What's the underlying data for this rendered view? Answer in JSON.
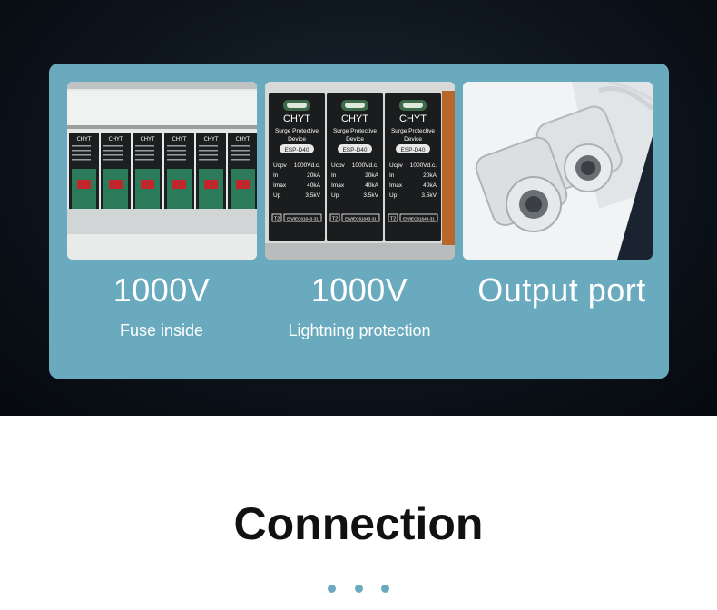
{
  "features": [
    {
      "title": "1000V",
      "subtitle": "Fuse inside",
      "image": "fuse-holder-photo",
      "module_brand": "CHYT",
      "module_count": 6
    },
    {
      "title": "1000V",
      "subtitle": "Lightning protection",
      "image": "surge-protector-photo",
      "spd": {
        "brand": "CHYT",
        "name_line1": "Surge Protective",
        "name_line2": "Device",
        "model": "ESP-D40",
        "specs": [
          {
            "k": "Ucpv",
            "v": "1000Vd.c."
          },
          {
            "k": "In",
            "v": "20kA"
          },
          {
            "k": "Imax",
            "v": "40kA"
          },
          {
            "k": "Up",
            "v": "3.5kV"
          }
        ],
        "class": "T2",
        "standard": "EN/IEC61643-31"
      }
    },
    {
      "title": "Output port",
      "subtitle": "",
      "image": "cable-gland-photo"
    }
  ],
  "section_title": "Connection",
  "colors": {
    "card": "#6aaabe",
    "dark_band": "#0d141c",
    "dots": "#6aaabe"
  }
}
